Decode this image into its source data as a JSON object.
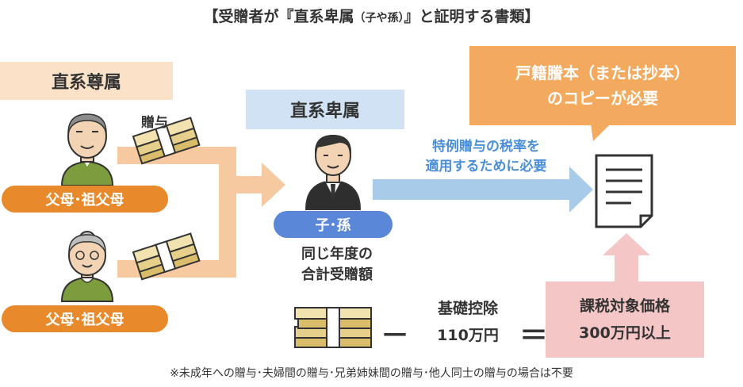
{
  "title": {
    "main": "【受贈者が『直系卑属",
    "sub": "（子や孫）",
    "end": "』と証明する書類】"
  },
  "ancestors_label": "直系尊属",
  "descendants_label": "直系卑属",
  "gift_label": "贈与",
  "grandfather_label": "父母･祖父母",
  "grandmother_label": "父母･祖父母",
  "child_label": "子･孫",
  "same_year": {
    "line1": "同じ年度の",
    "line2": "合計受贈額"
  },
  "special_rate": {
    "line1": "特例贈与の税率を",
    "line2": "適用するために必要"
  },
  "callout": {
    "line1": "戸籍謄本（または抄本）",
    "line2": "のコピーが必要"
  },
  "deduction": {
    "line1": "基礎控除",
    "line2": "110万円"
  },
  "operators": {
    "minus": "－",
    "equals": "＝"
  },
  "taxable": {
    "line1": "課税対象価格",
    "line2": "300万円以上"
  },
  "footnote": "※未成年への贈与･夫婦間の贈与･兄弟姉妹間の贈与･他人同士の贈与の場合は不要",
  "colors": {
    "orange": "#e8892c",
    "light_orange": "#f7c9a0",
    "blue": "#5b87d8",
    "light_blue": "#a9cbea",
    "pink": "#f4c6c6",
    "money": "#e6cf8a"
  }
}
